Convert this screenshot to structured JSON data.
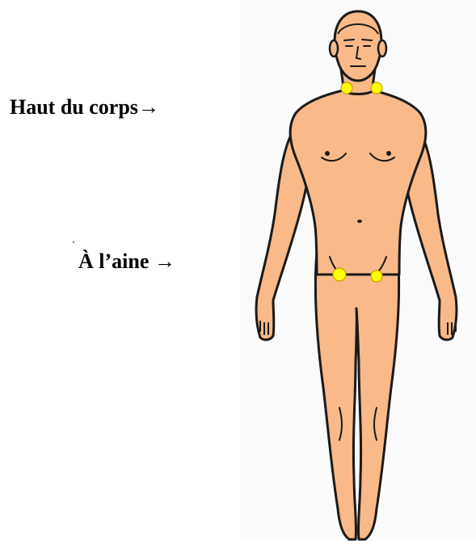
{
  "labels": {
    "upper_body": "Haut du corps→",
    "groin": "À l’aine →"
  },
  "colors": {
    "skin": "#f9b988",
    "outline": "#1a1a1a",
    "marker_fill": "#ffff00",
    "marker_stroke": "#c8a000",
    "panel_background": "#fbfbfb"
  },
  "markers": {
    "neck_count": 2,
    "groin_count": 2
  }
}
